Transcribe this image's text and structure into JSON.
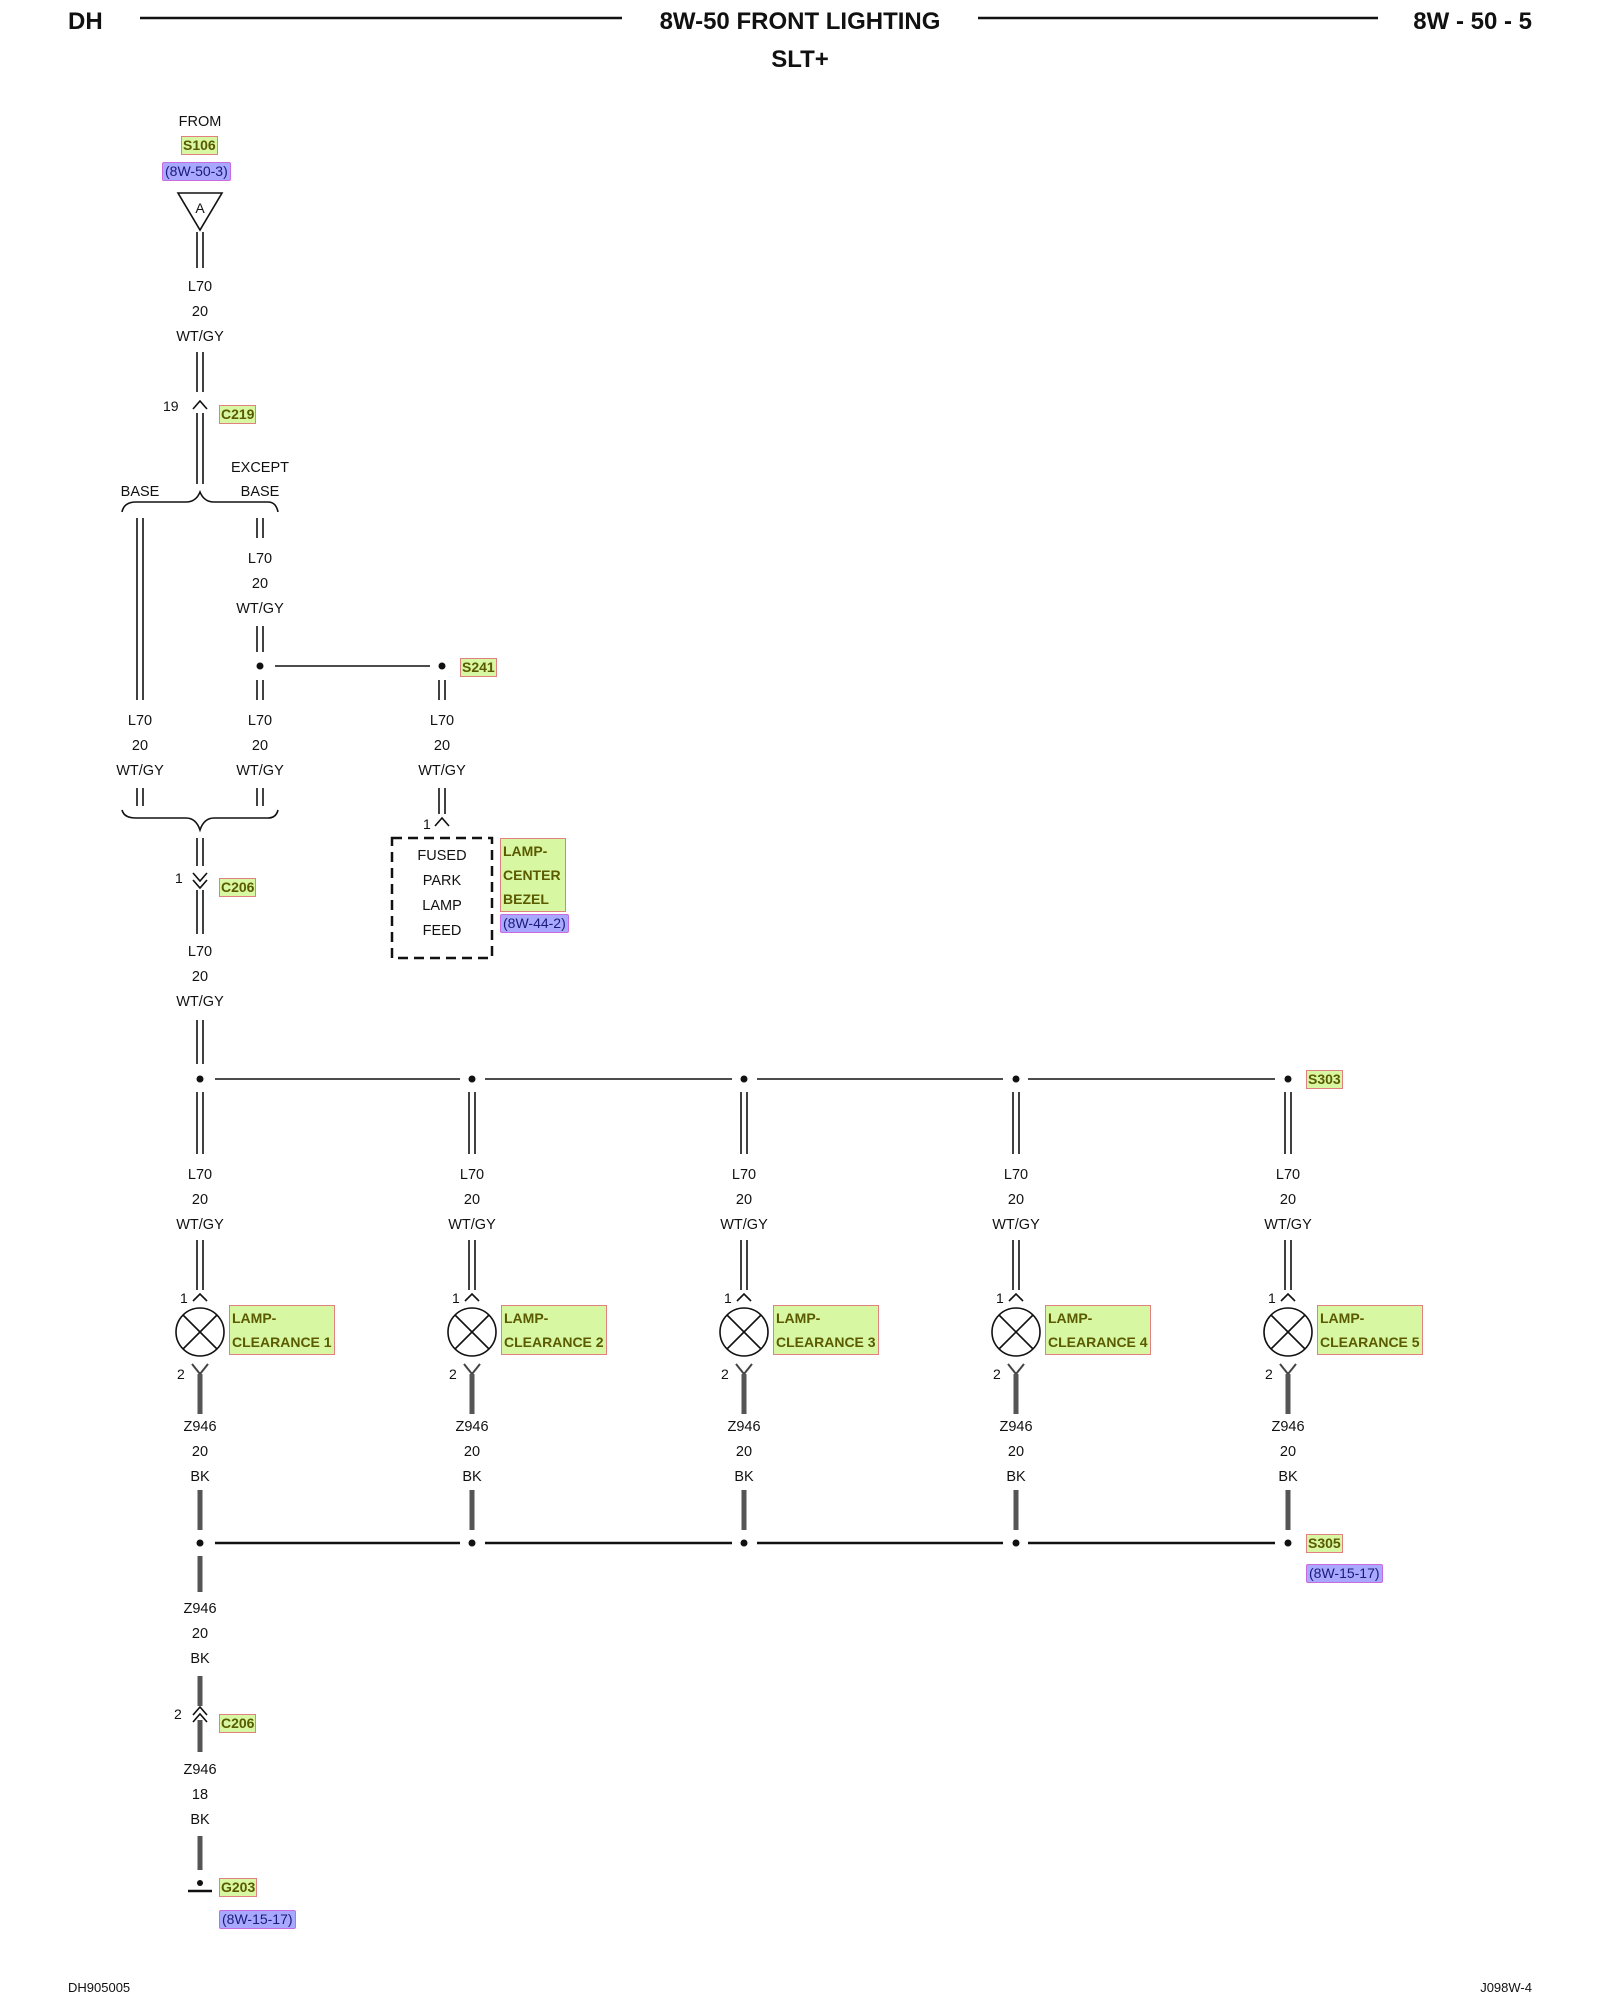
{
  "header": {
    "left": "DH",
    "title": "8W-50 FRONT LIGHTING",
    "subtitle": "SLT+",
    "right": "8W - 50 - 5"
  },
  "footer": {
    "left": "DH905005",
    "right": "J098W-4"
  },
  "source": {
    "from": "FROM",
    "splice": "S106",
    "ref": "(8W-50-3)",
    "connector_letter": "A"
  },
  "feed_wire": {
    "circuit": "L70",
    "gauge": "20",
    "color": "WT/GY"
  },
  "c219": {
    "name": "C219",
    "pin": "19"
  },
  "branch": {
    "base": "BASE",
    "except_line1": "EXCEPT",
    "except_line2": "BASE"
  },
  "s241": {
    "name": "S241"
  },
  "center_bezel": {
    "box_lines": [
      "FUSED",
      "PARK",
      "LAMP",
      "FEED"
    ],
    "name_lines": [
      "LAMP-",
      "CENTER",
      "BEZEL"
    ],
    "pin": "1",
    "ref": "(8W-44-2)"
  },
  "c206": {
    "name": "C206",
    "pin_feed": "1",
    "pin_ground": "2"
  },
  "s303": {
    "name": "S303"
  },
  "lamps": [
    {
      "name1": "LAMP-",
      "name2": "CLEARANCE 1",
      "pin1": "1",
      "pin2": "2"
    },
    {
      "name1": "LAMP-",
      "name2": "CLEARANCE 2",
      "pin1": "1",
      "pin2": "2"
    },
    {
      "name1": "LAMP-",
      "name2": "CLEARANCE 3",
      "pin1": "1",
      "pin2": "2"
    },
    {
      "name1": "LAMP-",
      "name2": "CLEARANCE 4",
      "pin1": "1",
      "pin2": "2"
    },
    {
      "name1": "LAMP-",
      "name2": "CLEARANCE 5",
      "pin1": "1",
      "pin2": "2"
    }
  ],
  "ground_wire": {
    "circuit": "Z946",
    "gauge": "20",
    "color": "BK"
  },
  "ground_wire_18": {
    "circuit": "Z946",
    "gauge": "18",
    "color": "BK"
  },
  "s305": {
    "name": "S305",
    "ref": "(8W-15-17)"
  },
  "g203": {
    "name": "G203",
    "ref": "(8W-15-17)"
  },
  "colors": {
    "tag_fill": "#d8f7a2",
    "tag_border": "#e08080",
    "ref_fill": "#a8a8ff",
    "wire": "#111111",
    "ground_wire": "#555555"
  }
}
